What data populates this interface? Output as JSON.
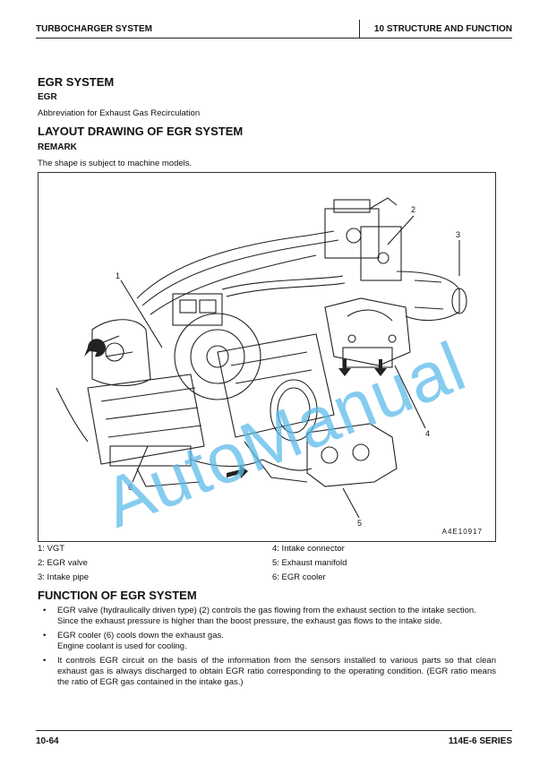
{
  "header": {
    "left": "TURBOCHARGER SYSTEM",
    "right": "10 STRUCTURE AND FUNCTION"
  },
  "egr_system": {
    "title": "EGR SYSTEM",
    "term": "EGR",
    "definition": "Abbreviation for Exhaust Gas Recirculation"
  },
  "layout": {
    "title": "LAYOUT DRAWING OF EGR SYSTEM",
    "remark_heading": "REMARK",
    "remark_text": "The shape is subject to machine models."
  },
  "figure": {
    "watermark": "AutoManual",
    "code": "A4E10917",
    "callouts": [
      "1",
      "2",
      "3",
      "4",
      "5",
      "6"
    ]
  },
  "legend": [
    "1: VGT",
    "2: EGR valve",
    "3: Intake pipe",
    "4: Intake connector",
    "5: Exhaust manifold",
    "6: EGR cooler"
  ],
  "function": {
    "title": "FUNCTION OF EGR SYSTEM",
    "items": [
      {
        "line1": "EGR valve (hydraulically driven type) (2) controls the gas flowing from the exhaust section to the intake section.",
        "line2": "Since the exhaust pressure is higher than the boost pressure, the exhaust gas flows to the intake side."
      },
      {
        "line1": "EGR cooler (6) cools down the exhaust gas.",
        "line2": "Engine coolant is used for cooling."
      },
      {
        "line1": "It controls EGR circuit on the basis of the information from the sensors installed to various parts so that clean exhaust gas is always discharged to obtain EGR ratio corresponding to the operating condition. (EGR ratio means the ratio of EGR gas contained in the intake gas.)",
        "line2": ""
      }
    ]
  },
  "footer": {
    "left": "10-64",
    "right": "114E-6 SERIES"
  }
}
